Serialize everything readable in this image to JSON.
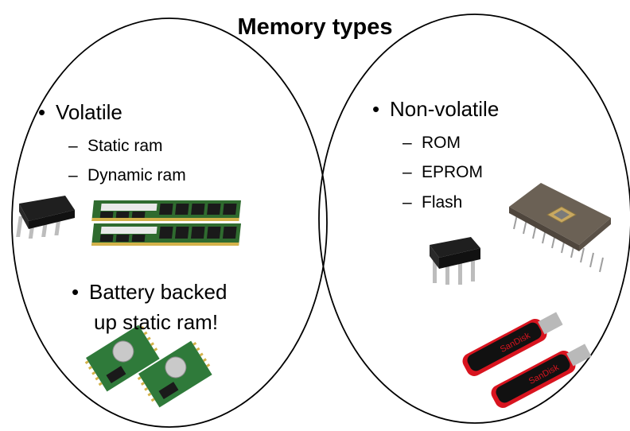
{
  "title": "Memory types",
  "left": {
    "heading": "Volatile",
    "items": [
      "Static ram",
      "Dynamic ram"
    ],
    "extra_line1": "Battery backed",
    "extra_line2": "up static ram!"
  },
  "right": {
    "heading": "Non-volatile",
    "items": [
      "ROM",
      "EPROM",
      "Flash"
    ]
  },
  "usb_brand": "SanDisk",
  "bullet_glyph": "•",
  "dash_glyph": "–",
  "colors": {
    "outline": "#000000",
    "chip_body": "#1f1f1f",
    "chip_pins": "#bdbdbd",
    "ram_pcb": "#2f6b2f",
    "ram_chip": "#1a1a1a",
    "ram_label": "#e9e9e9",
    "eprom_body": "#6b6155",
    "eprom_window": "#c8a860",
    "usb_red": "#d8141f",
    "usb_black": "#111111",
    "battery_pcb": "#2f7a3a",
    "battery_cell": "#c9c9c9"
  }
}
